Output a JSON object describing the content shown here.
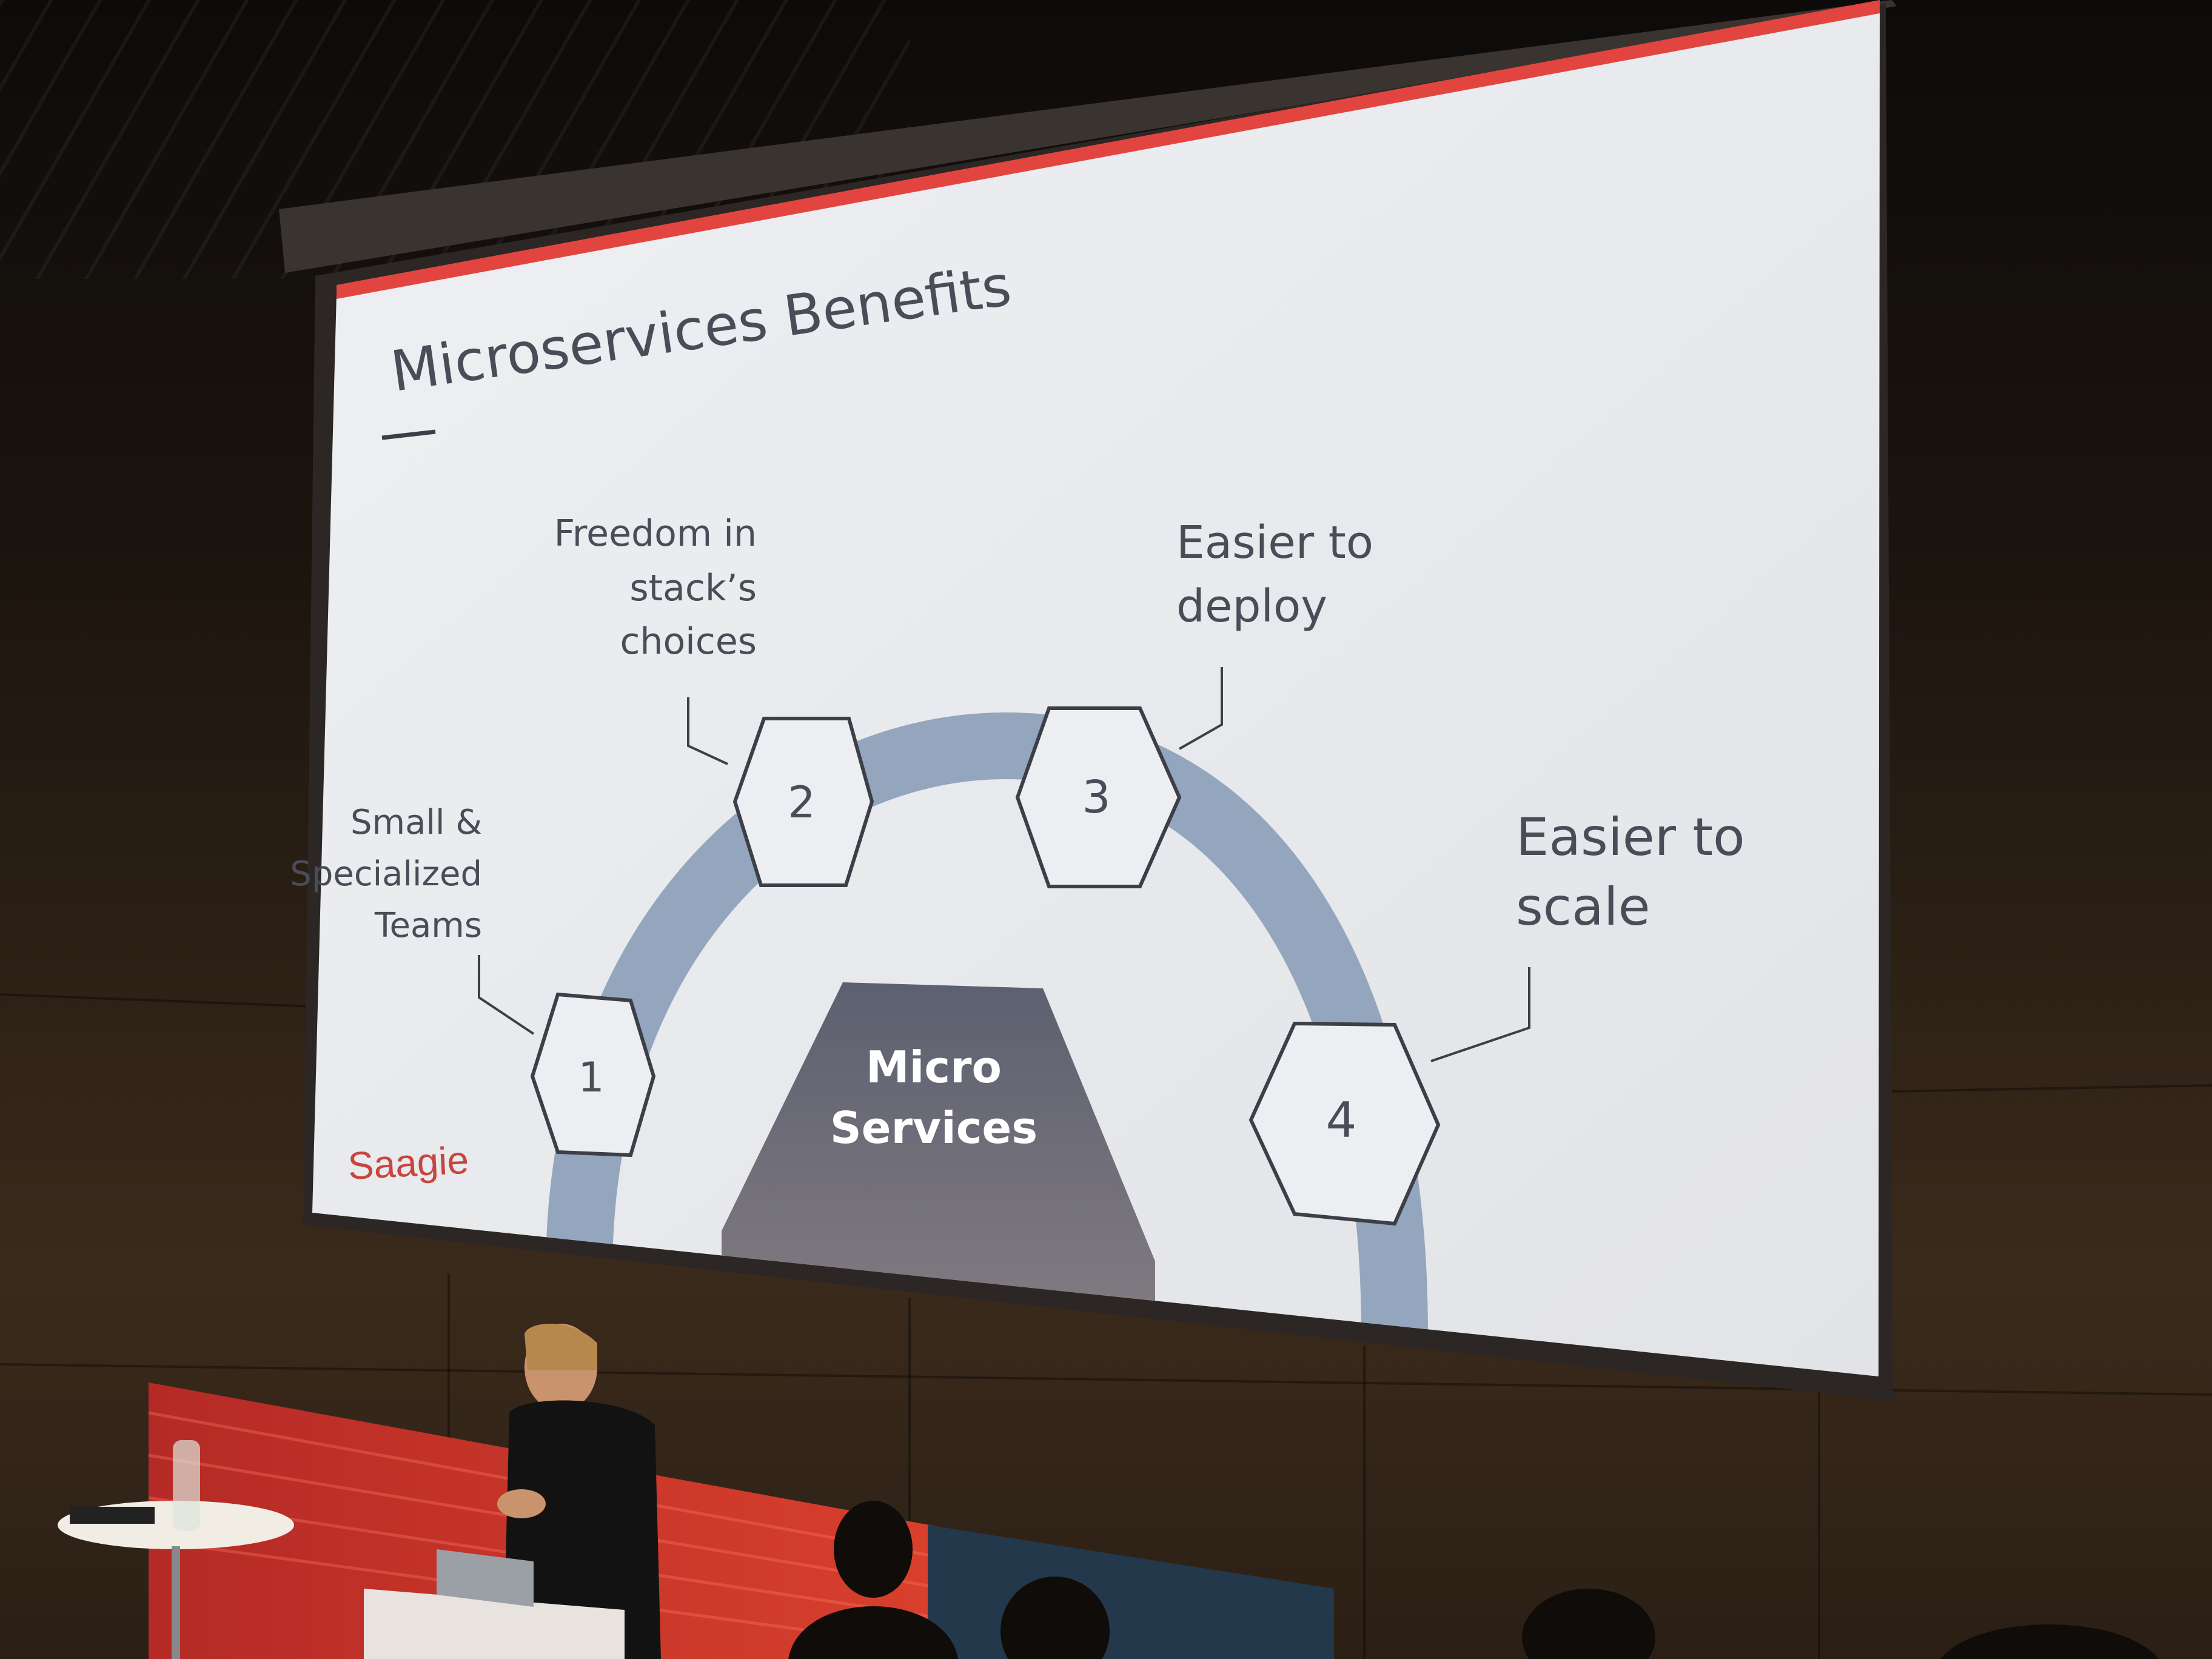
{
  "slide": {
    "title": "Microservices Benefits",
    "center_label_line1": "Micro",
    "center_label_line2": "Services",
    "logo_text": "Saagie",
    "benefits": [
      {
        "number": "1",
        "lines": [
          "Small &",
          "Specialized",
          "Teams"
        ]
      },
      {
        "number": "2",
        "lines": [
          "Freedom in",
          "stack’s",
          "choices"
        ]
      },
      {
        "number": "3",
        "lines": [
          "Easier to",
          "deploy"
        ]
      },
      {
        "number": "4",
        "lines": [
          "Easier to",
          "scale"
        ]
      }
    ]
  },
  "colors": {
    "accent_red": "#e2453f",
    "arc_blue": "#94a6bd",
    "slide_background": "#e9eaed",
    "text_dark": "#4a4d57",
    "trapezoid_top": "#5c6070",
    "trapezoid_bottom": "#878084"
  }
}
